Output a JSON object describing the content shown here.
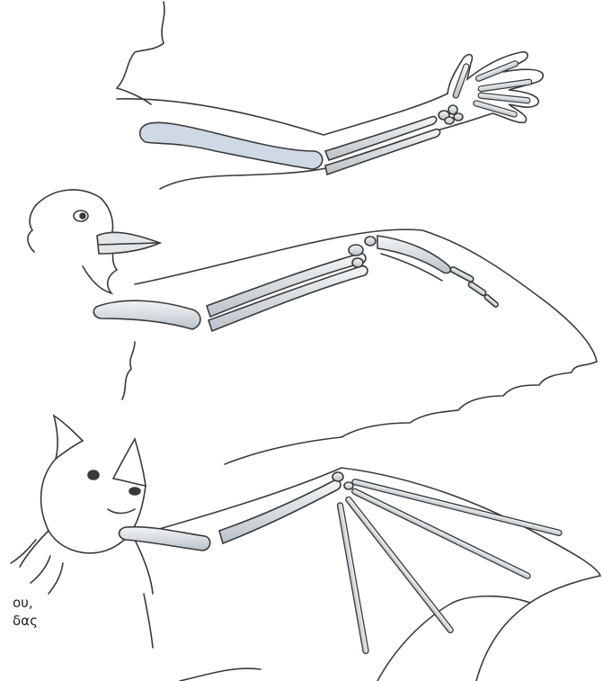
{
  "caption": {
    "line1": "ου,",
    "line2": "δας"
  },
  "colors": {
    "outline": "#3a3a3a",
    "bone_fill": "#e9ecee",
    "bone_shade": "#b9c2c9",
    "highlight": "#cfd9e6"
  },
  "figures": [
    "human-arm",
    "bird-wing",
    "bat-wing"
  ]
}
